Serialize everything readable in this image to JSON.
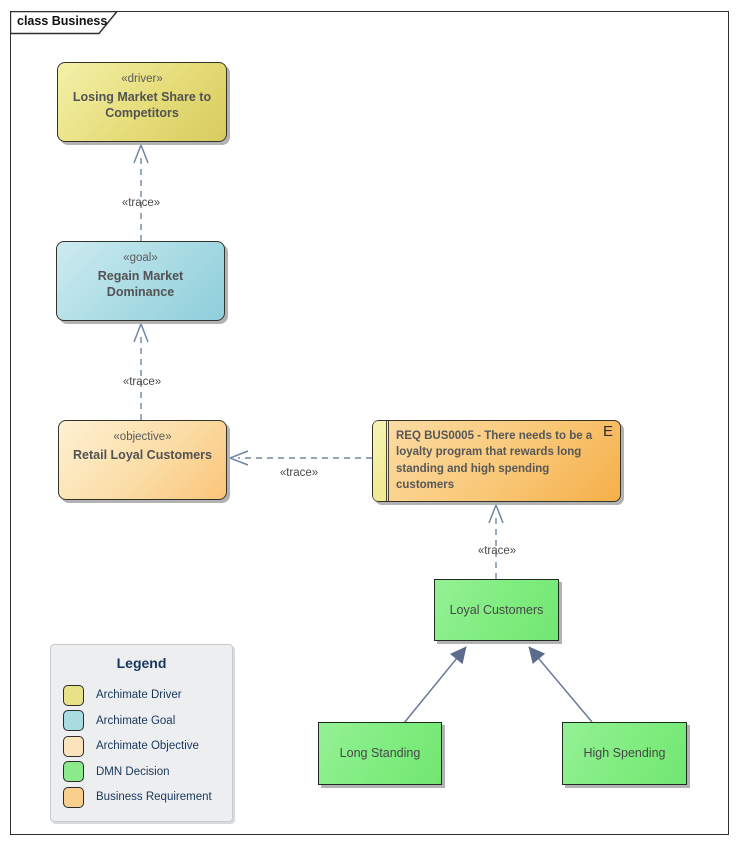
{
  "frame": {
    "title": "class Business"
  },
  "nodes": {
    "driver": {
      "stereotype": "«driver»",
      "name": "Losing Market Share to Competitors",
      "fill": "#e5dc79"
    },
    "goal": {
      "stereotype": "«goal»",
      "name": "Regain Market Dominance",
      "fill": "#a9dbe3"
    },
    "objective": {
      "stereotype": "«objective»",
      "name": "Retail Loyal Customers",
      "fill": "#fbdda6"
    },
    "requirement": {
      "name": "REQ BUS0005 - There needs to be a loyalty program that rewards long standing and high spending customers",
      "corner_icon": "E",
      "fill": "#f9c878"
    },
    "loyal_customers": {
      "name": "Loyal Customers",
      "fill": "#7dec7d"
    },
    "long_standing": {
      "name": "Long Standing",
      "fill": "#7dec7d"
    },
    "high_spending": {
      "name": "High Spending",
      "fill": "#7dec7d"
    }
  },
  "connectors": {
    "trace_labels": [
      "«trace»",
      "«trace»",
      "«trace»",
      "«trace»"
    ]
  },
  "legend": {
    "title": "Legend",
    "items": [
      {
        "label": "Archimate Driver",
        "color": "#e8e188"
      },
      {
        "label": "Archimate Goal",
        "color": "#a9dbe3"
      },
      {
        "label": "Archimate Objective",
        "color": "#fbe4bc"
      },
      {
        "label": "DMN Decision",
        "color": "#8beb8b"
      },
      {
        "label": "Business Requirement",
        "color": "#f8cf8d"
      }
    ]
  },
  "colors": {
    "connector_dashed": "#7285a3",
    "arrow_solid": "#5c6c8c",
    "frame_border": "#2e2e2e",
    "legend_text": "#17375e"
  }
}
